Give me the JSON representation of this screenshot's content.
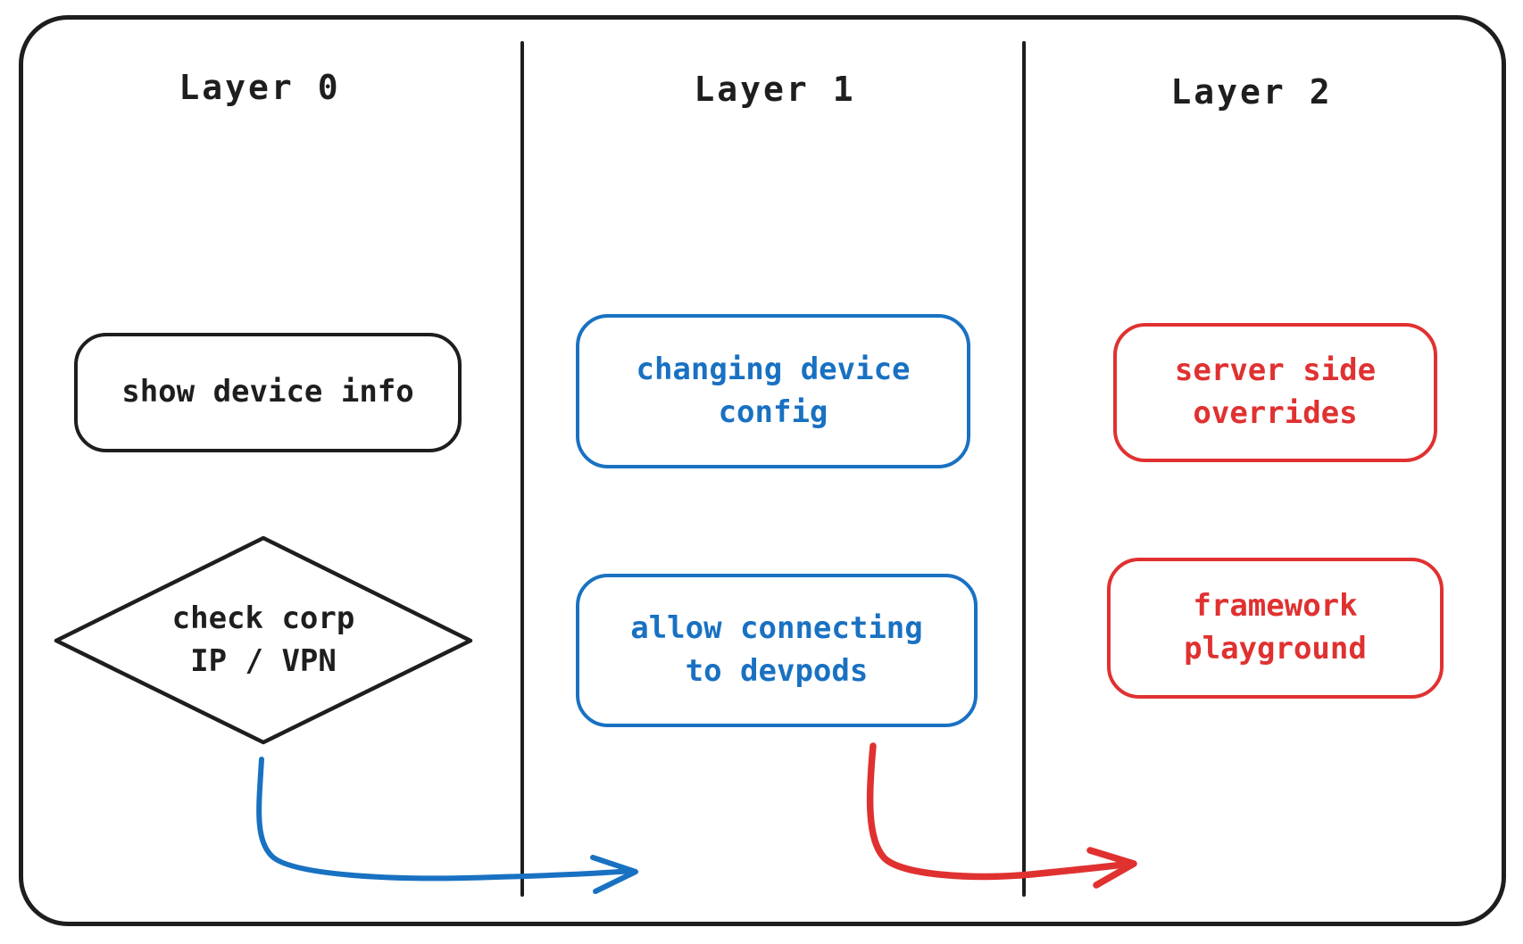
{
  "diagram": {
    "columns": [
      {
        "label": "Layer 0"
      },
      {
        "label": "Layer 1"
      },
      {
        "label": "Layer 2"
      }
    ],
    "nodes": {
      "show_device_info": {
        "label": "show device info"
      },
      "check_corp": {
        "line1": "check corp",
        "line2": "IP / VPN"
      },
      "changing_device_config": {
        "line1": "changing device",
        "line2": "config"
      },
      "allow_connecting": {
        "line1": "allow connecting",
        "line2": "to devpods"
      },
      "server_side_overrides": {
        "line1": "server side",
        "line2": "overrides"
      },
      "framework_playground": {
        "line1": "framework",
        "line2": "playground"
      }
    },
    "arrows": {
      "blue_arrow": {
        "from": "check corp IP / VPN",
        "to": "Layer 1",
        "color": "#1971c2"
      },
      "red_arrow": {
        "from": "allow connecting to devpods",
        "to": "Layer 2",
        "color": "#e03131"
      }
    },
    "colors": {
      "ink": "#1e1e1e",
      "blue": "#1971c2",
      "red": "#e03131",
      "background": "#ffffff"
    }
  }
}
